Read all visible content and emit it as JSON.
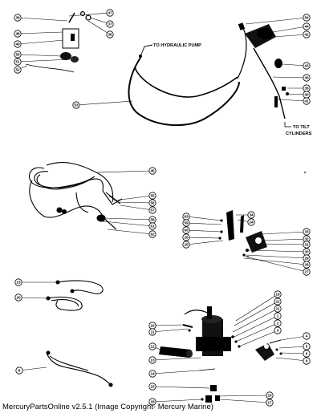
{
  "footer": {
    "credit": "MercuryPartsOnline v2.5.1 (Image Copyright- Mercury Marine)"
  },
  "labels": {
    "hydraulic_pump": "TO HYDRAULIC PUMP",
    "tilt_cylinders_line1": "TO TILT",
    "tilt_cylinders_line2": "CYLINDERS"
  },
  "callouts": [
    "47",
    "37",
    "38",
    "39",
    "48",
    "49",
    "50",
    "51",
    "52",
    "53",
    "54",
    "44",
    "42",
    "43",
    "36",
    "35",
    "40",
    "41",
    "45",
    "55",
    "56",
    "57",
    "58",
    "61",
    "62",
    "63",
    "59",
    "60",
    "26",
    "25",
    "33",
    "32",
    "31",
    "30",
    "29",
    "28",
    "27",
    "34",
    "24",
    "23",
    "20",
    "19",
    "22",
    "21",
    "1",
    "2",
    "3",
    "4",
    "5",
    "6",
    "9",
    "10",
    "11",
    "12",
    "13",
    "14",
    "15",
    "16",
    "17",
    "18",
    "8",
    "7",
    "46"
  ]
}
